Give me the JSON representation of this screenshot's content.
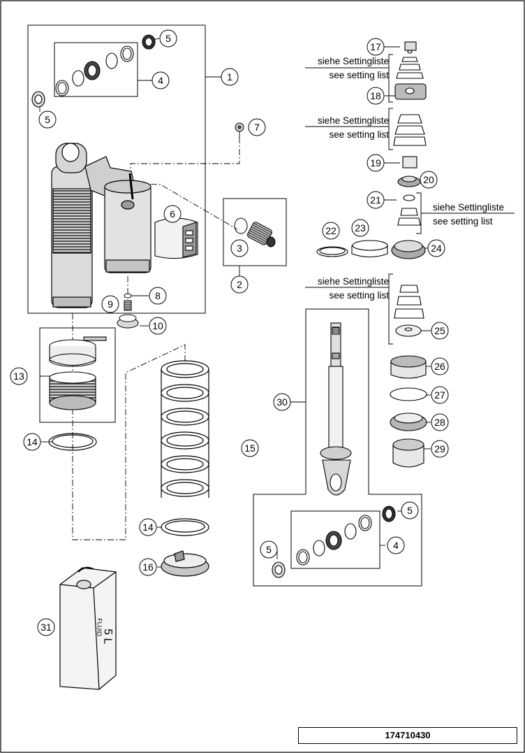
{
  "callouts": {
    "c1": "1",
    "c2": "2",
    "c3": "3",
    "c4a": "4",
    "c4b": "4",
    "c5a": "5",
    "c5b": "5",
    "c5c": "5",
    "c5d": "5",
    "c6": "6",
    "c7": "7",
    "c8": "8",
    "c9": "9",
    "c10": "10",
    "c13": "13",
    "c14a": "14",
    "c14b": "14",
    "c15": "15",
    "c16": "16",
    "c17": "17",
    "c18": "18",
    "c19": "19",
    "c20": "20",
    "c21": "21",
    "c22": "22",
    "c23": "23",
    "c24": "24",
    "c25": "25",
    "c26": "26",
    "c27": "27",
    "c28": "28",
    "c29": "29",
    "c30": "30",
    "c31": "31"
  },
  "setting_notes": {
    "de": "siehe Settingliste",
    "en": "see setting list"
  },
  "fluid_can": {
    "label": "FLUID",
    "volume": "5 L"
  },
  "drawing_number": "174710430"
}
